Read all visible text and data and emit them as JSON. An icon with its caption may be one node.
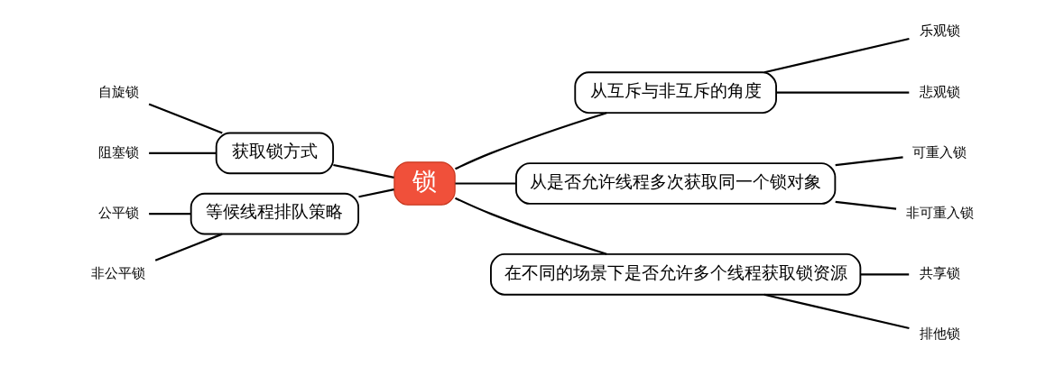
{
  "diagram": {
    "nodes": [
      {
        "text": [
          "锁"
        ]
      },
      {
        "text": [
          "从互斥与非互斥的角度"
        ]
      },
      {
        "text": [
          "乐观锁"
        ]
      },
      {
        "text": [
          "悲观锁"
        ]
      },
      {
        "text": [
          "获取锁方式"
        ]
      },
      {
        "text": [
          "自旋锁"
        ]
      },
      {
        "text": [
          "阻塞锁"
        ]
      },
      {
        "text": [
          "从是否允许线程多次获取同一个锁对象"
        ]
      },
      {
        "text": [
          "可重入锁"
        ]
      },
      {
        "text": [
          "非可重入锁"
        ]
      },
      {
        "text": [
          "等候线程排队策略"
        ]
      },
      {
        "text": [
          "公平锁"
        ]
      },
      {
        "text": [
          "非公平锁"
        ]
      },
      {
        "text": [
          "在不同的场景下是否允许多个线程获取锁资源"
        ]
      },
      {
        "text": [
          "共享锁"
        ]
      },
      {
        "text": [
          "排他锁"
        ]
      }
    ],
    "edges": [
      {
        "from": 0,
        "to": 1,
        "arrow": "none"
      },
      {
        "from": 1,
        "to": 2,
        "arrow": "none"
      },
      {
        "from": 1,
        "to": 3,
        "arrow": "none"
      },
      {
        "from": 0,
        "to": 4,
        "arrow": "none"
      },
      {
        "from": 4,
        "to": 5,
        "arrow": "none"
      },
      {
        "from": 4,
        "to": 6,
        "arrow": "none"
      },
      {
        "from": 0,
        "to": 7,
        "arrow": "none"
      },
      {
        "from": 7,
        "to": 8,
        "arrow": "none"
      },
      {
        "from": 7,
        "to": 9,
        "arrow": "none"
      },
      {
        "from": 0,
        "to": 10,
        "arrow": "none"
      },
      {
        "from": 10,
        "to": 11,
        "arrow": "none"
      },
      {
        "from": 10,
        "to": 12,
        "arrow": "none"
      },
      {
        "from": 0,
        "to": 13,
        "arrow": "none"
      },
      {
        "from": 13,
        "to": 14,
        "arrow": "none"
      },
      {
        "from": 13,
        "to": 15,
        "arrow": "none"
      }
    ]
  }
}
